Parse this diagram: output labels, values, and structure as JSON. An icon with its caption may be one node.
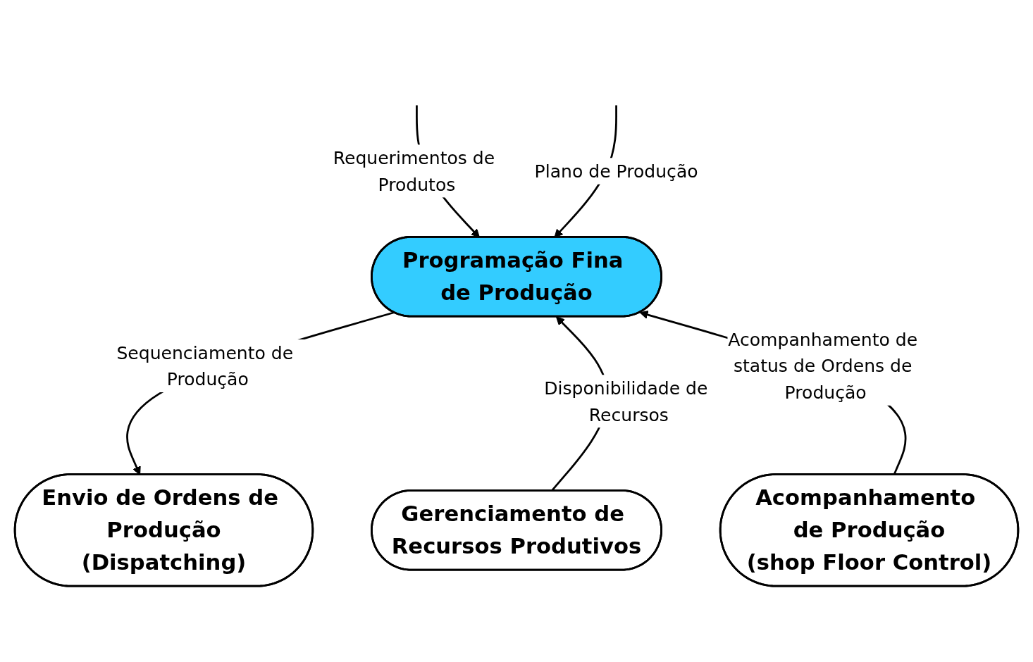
{
  "diagram": {
    "nodes": [
      {
        "text": [
          "Programação Fina de Produção"
        ]
      },
      {
        "text": [
          "Gerenciamento de Recursos Produtivos"
        ]
      },
      {
        "text": [
          "Envio de Ordens de Produção",
          "(Dispatching)"
        ]
      },
      {
        "text": [
          "Acompanhamento de Produção",
          "(shop Floor Control)"
        ]
      }
    ],
    "edges": [
      {
        "from": null,
        "to": 0,
        "arrow": "to",
        "label": "Requerimentos de Produtos"
      },
      {
        "from": null,
        "to": 0,
        "arrow": "to",
        "label": "Plano de Produção"
      },
      {
        "from": 1,
        "to": 0,
        "arrow": "to",
        "label": "Disponibilidade de Recursos"
      },
      {
        "from": 0,
        "to": 2,
        "arrow": "to",
        "label": "Sequenciamento de Produção"
      },
      {
        "from": 3,
        "to": 0,
        "arrow": "to",
        "label": "Acompanhamento de status de Ordens de Produção"
      }
    ]
  }
}
